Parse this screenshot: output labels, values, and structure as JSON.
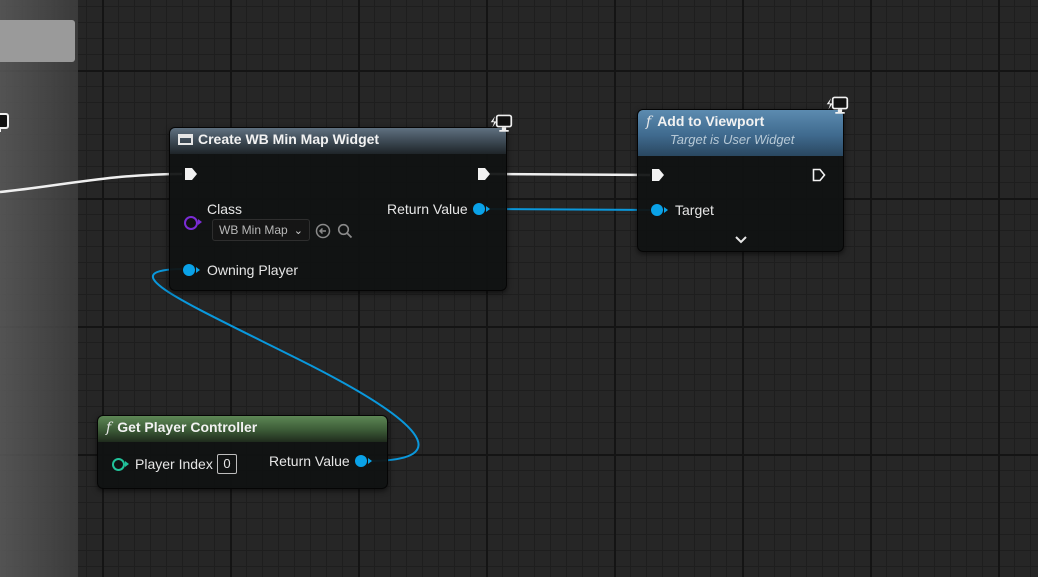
{
  "nodes": {
    "create_widget": {
      "title": "Create WB Min Map Widget",
      "class_label": "Class",
      "class_value": "WB Min Map",
      "return_label": "Return Value",
      "owning_player_label": "Owning Player"
    },
    "add_to_viewport": {
      "title": "Add to Viewport",
      "subtitle": "Target is User Widget",
      "target_label": "Target"
    },
    "get_player_controller": {
      "title": "Get Player Controller",
      "player_index_label": "Player Index",
      "player_index_value": "0",
      "return_label": "Return Value"
    }
  },
  "icons": {
    "function": "f",
    "widget": "widget-icon",
    "monitor": "monitor-icon",
    "browse": "browse-arrow-icon",
    "search": "search-icon",
    "expand": "chevron-down-icon"
  },
  "colors": {
    "exec_pin": "#f2f2f2",
    "object_pin": "#0aa2e8",
    "class_pin": "#7b2cd6",
    "int_pin": "#21c29a",
    "header_create": "#3a4650",
    "header_viewport": "#3f6a8e",
    "header_pure": "#3b5a36"
  }
}
